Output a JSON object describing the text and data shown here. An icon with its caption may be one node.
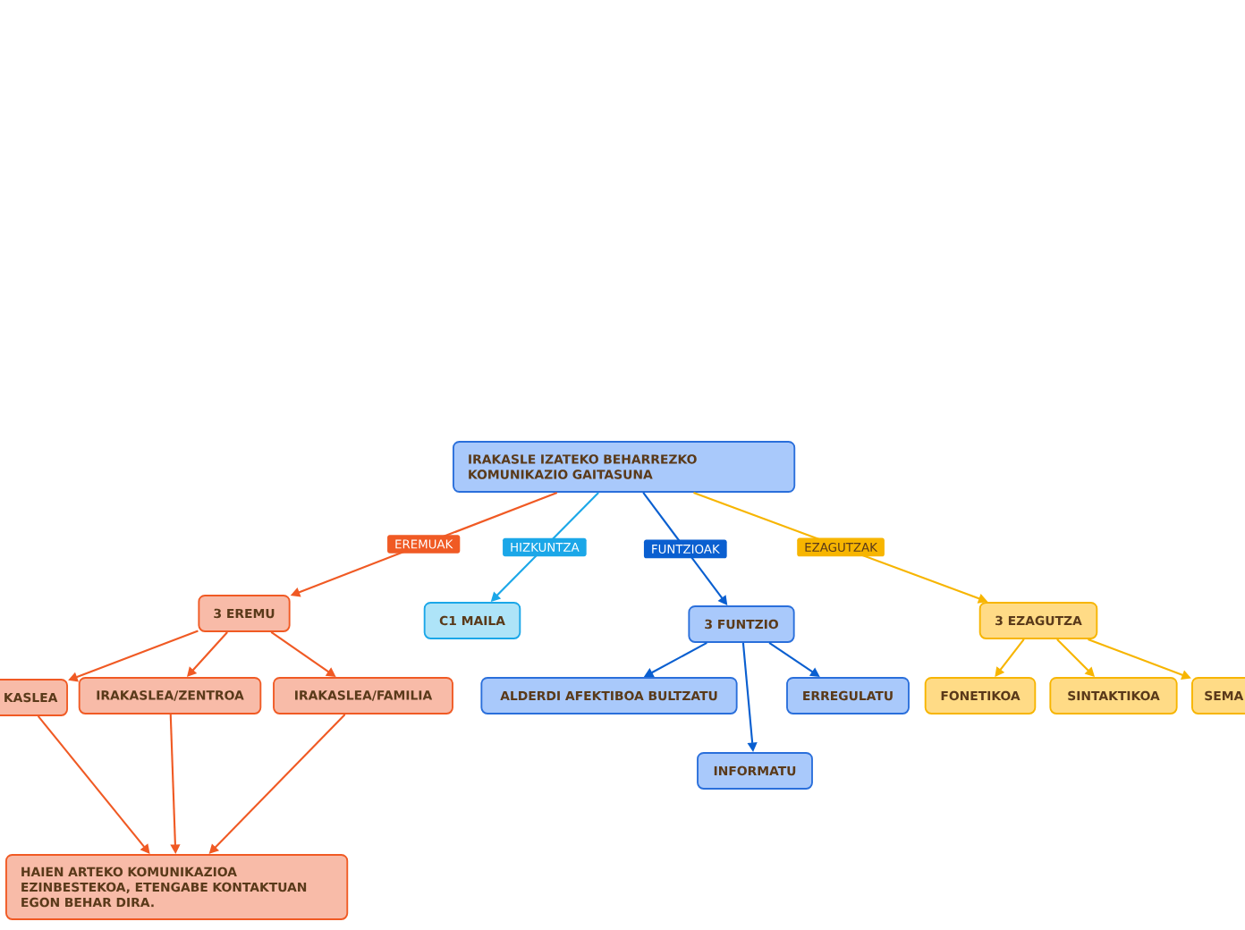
{
  "diagram": {
    "nodes": [
      {
        "text": [
          "IRAKASLE IZATEKO BEHARREZKO KOMUNIKAZIO GAITASUNA"
        ]
      },
      {
        "text": [
          "3 EREMU"
        ]
      },
      {
        "text": [
          "C1 MAILA"
        ]
      },
      {
        "text": [
          "3 FUNTZIO"
        ]
      },
      {
        "text": [
          "3 EZAGUTZA"
        ]
      },
      {
        "text": [
          "KASLEA"
        ]
      },
      {
        "text": [
          "IRAKASLEA/ZENTROA"
        ]
      },
      {
        "text": [
          "IRAKASLEA/FAMILIA"
        ]
      },
      {
        "text": [
          "ALDERDI AFEKTIBOA BULTZATU"
        ]
      },
      {
        "text": [
          "ERREGULATU"
        ]
      },
      {
        "text": [
          "FONETIKOA"
        ]
      },
      {
        "text": [
          "SINTAKTIKOA"
        ]
      },
      {
        "text": [
          "SEMA"
        ]
      },
      {
        "text": [
          "INFORMATU"
        ]
      },
      {
        "text": [
          "HAIEN ARTEKO KOMUNIKAZIOA EZINBESTEKOA, ETENGABE KONTAKTUAN EGON BEHAR DIRA."
        ]
      }
    ],
    "edges": [
      {
        "from": 0,
        "to": 1,
        "arrow": "to",
        "label": "EREMUAK"
      },
      {
        "from": 0,
        "to": 2,
        "arrow": "to",
        "label": "HIZKUNTZA",
        "color": "#1ba7e8"
      },
      {
        "from": 0,
        "to": 3,
        "arrow": "to",
        "label": "FUNTZIOAK",
        "color": "#0a5fd0"
      },
      {
        "from": 0,
        "to": 4,
        "arrow": "to",
        "label": "EZAGUTZAK",
        "color": "#f7b500"
      },
      {
        "from": 1,
        "to": 5,
        "arrow": "to"
      },
      {
        "from": 1,
        "to": 6,
        "arrow": "to"
      },
      {
        "from": 1,
        "to": 7,
        "arrow": "to"
      },
      {
        "from": 3,
        "to": 8,
        "arrow": "to",
        "color": "#0a5fd0"
      },
      {
        "from": 3,
        "to": 13,
        "arrow": "to",
        "color": "#0a5fd0"
      },
      {
        "from": 3,
        "to": 9,
        "arrow": "to",
        "color": "#0a5fd0"
      },
      {
        "from": 4,
        "to": 10,
        "arrow": "to",
        "color": "#f7b500"
      },
      {
        "from": 4,
        "to": 11,
        "arrow": "to",
        "color": "#f7b500"
      },
      {
        "from": 4,
        "to": 12,
        "arrow": "to",
        "color": "#f7b500"
      },
      {
        "from": 5,
        "to": 14,
        "arrow": "to"
      },
      {
        "from": 6,
        "to": 14,
        "arrow": "to"
      },
      {
        "from": 7,
        "to": 14,
        "arrow": "to"
      }
    ]
  }
}
